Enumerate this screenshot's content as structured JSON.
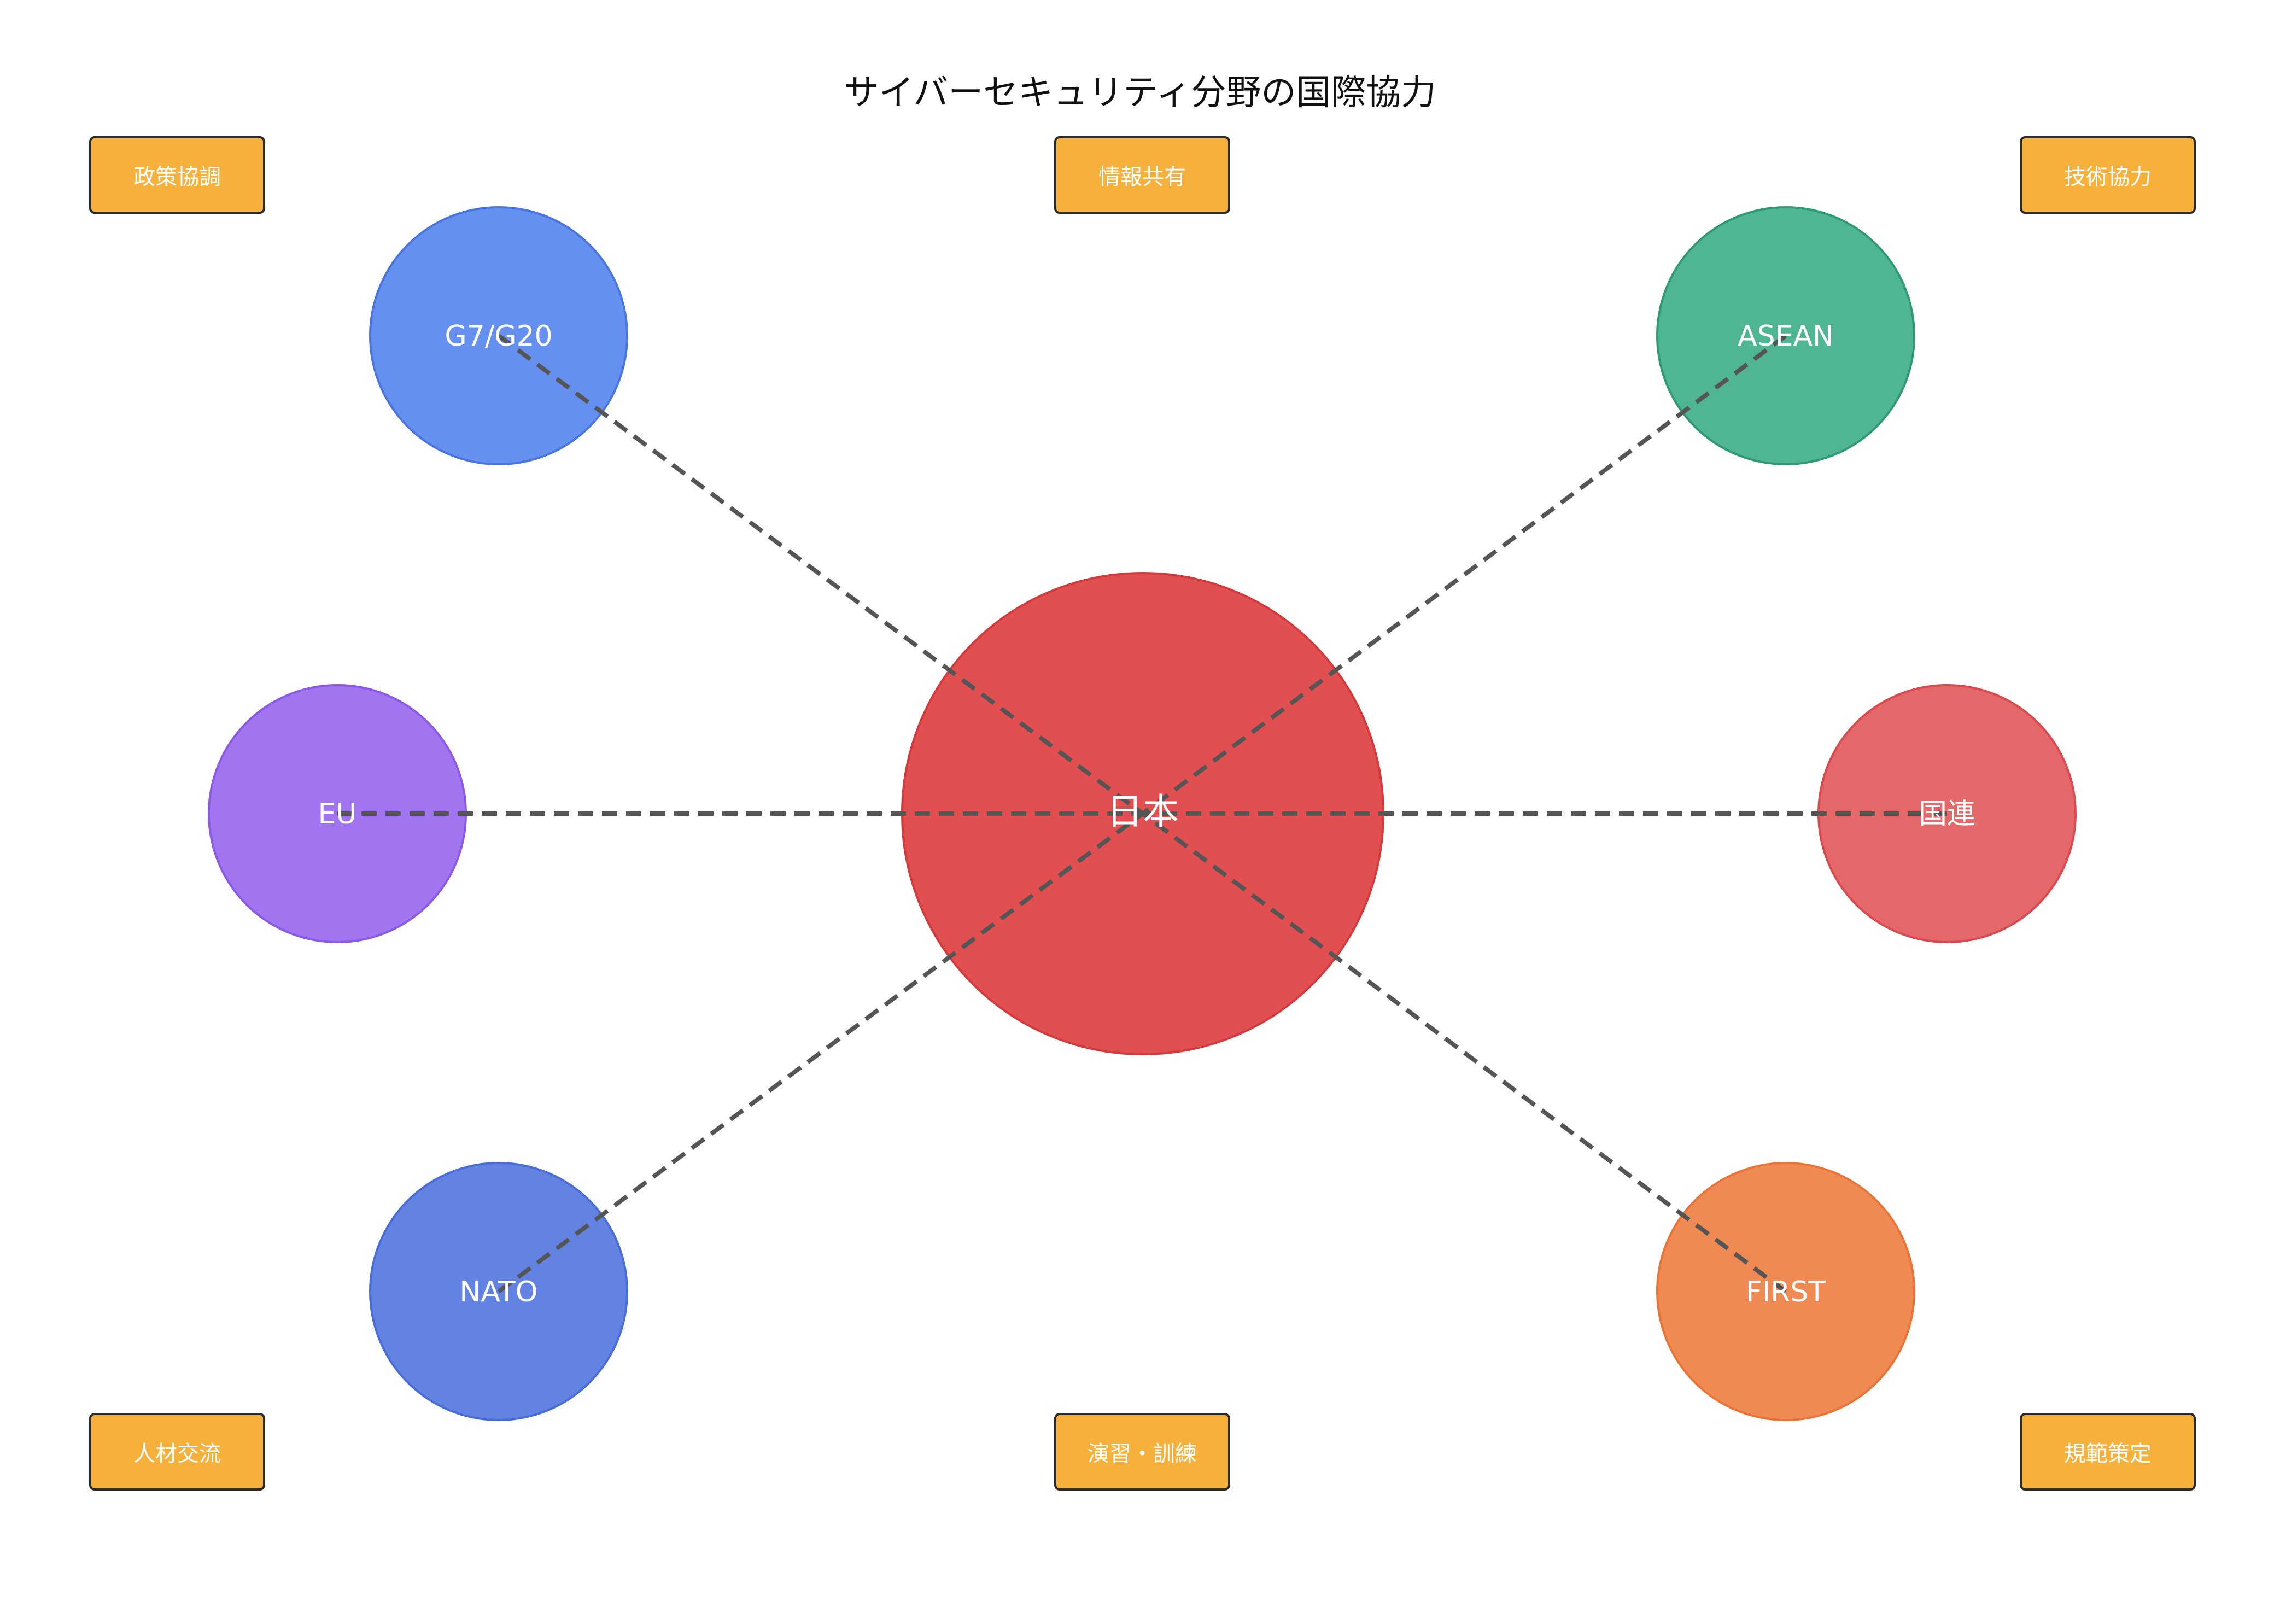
{
  "title": "サイバーセキュリティ分野の国際協力",
  "center": {
    "label": "日本",
    "color": "#e24f50"
  },
  "partners": {
    "g7": {
      "label": "G7/G20",
      "color": "#6690ef"
    },
    "asean": {
      "label": "ASEAN",
      "color": "#4fb592"
    },
    "eu": {
      "label": "EU",
      "color": "#a175ef"
    },
    "un": {
      "label": "国連",
      "color": "#e4676a"
    },
    "nato": {
      "label": "NATO",
      "color": "#6383e3"
    },
    "first": {
      "label": "FIRST",
      "color": "#ef8a54"
    }
  },
  "areas": {
    "policy": "政策協調",
    "info": "情報共有",
    "tech": "技術協力",
    "people": "人材交流",
    "exercise": "演習・訓練",
    "norms": "規範策定"
  },
  "colors": {
    "box_fill": "#f6b13d",
    "connector": "#555555"
  }
}
